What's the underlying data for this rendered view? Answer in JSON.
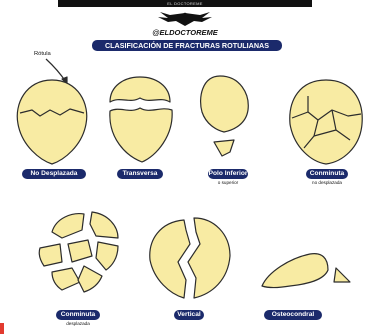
{
  "header": {
    "small_banner": "EL DOCTOREME",
    "brand": "@ELDOCTOREME",
    "title": "CLASIFICACIÓN DE FRACTURAS ROTULIANAS",
    "logo_icon": "eagle-wings-logo"
  },
  "annotation": "Rótula",
  "fractures": [
    {
      "label": "No Desplazada",
      "sub": ""
    },
    {
      "label": "Transversa",
      "sub": ""
    },
    {
      "label": "Polo Inferior",
      "sub": "o superior"
    },
    {
      "label": "Conminuta",
      "sub": "no desplazada"
    },
    {
      "label": "Conminuta",
      "sub": "desplazada"
    },
    {
      "label": "Vertical",
      "sub": ""
    },
    {
      "label": "Osteocondral",
      "sub": ""
    }
  ],
  "colors": {
    "bone_fill": "#f8eba3",
    "outline": "#2c2c2c",
    "label_bg": "#1b2a6b",
    "accent": "#e23a2f"
  }
}
